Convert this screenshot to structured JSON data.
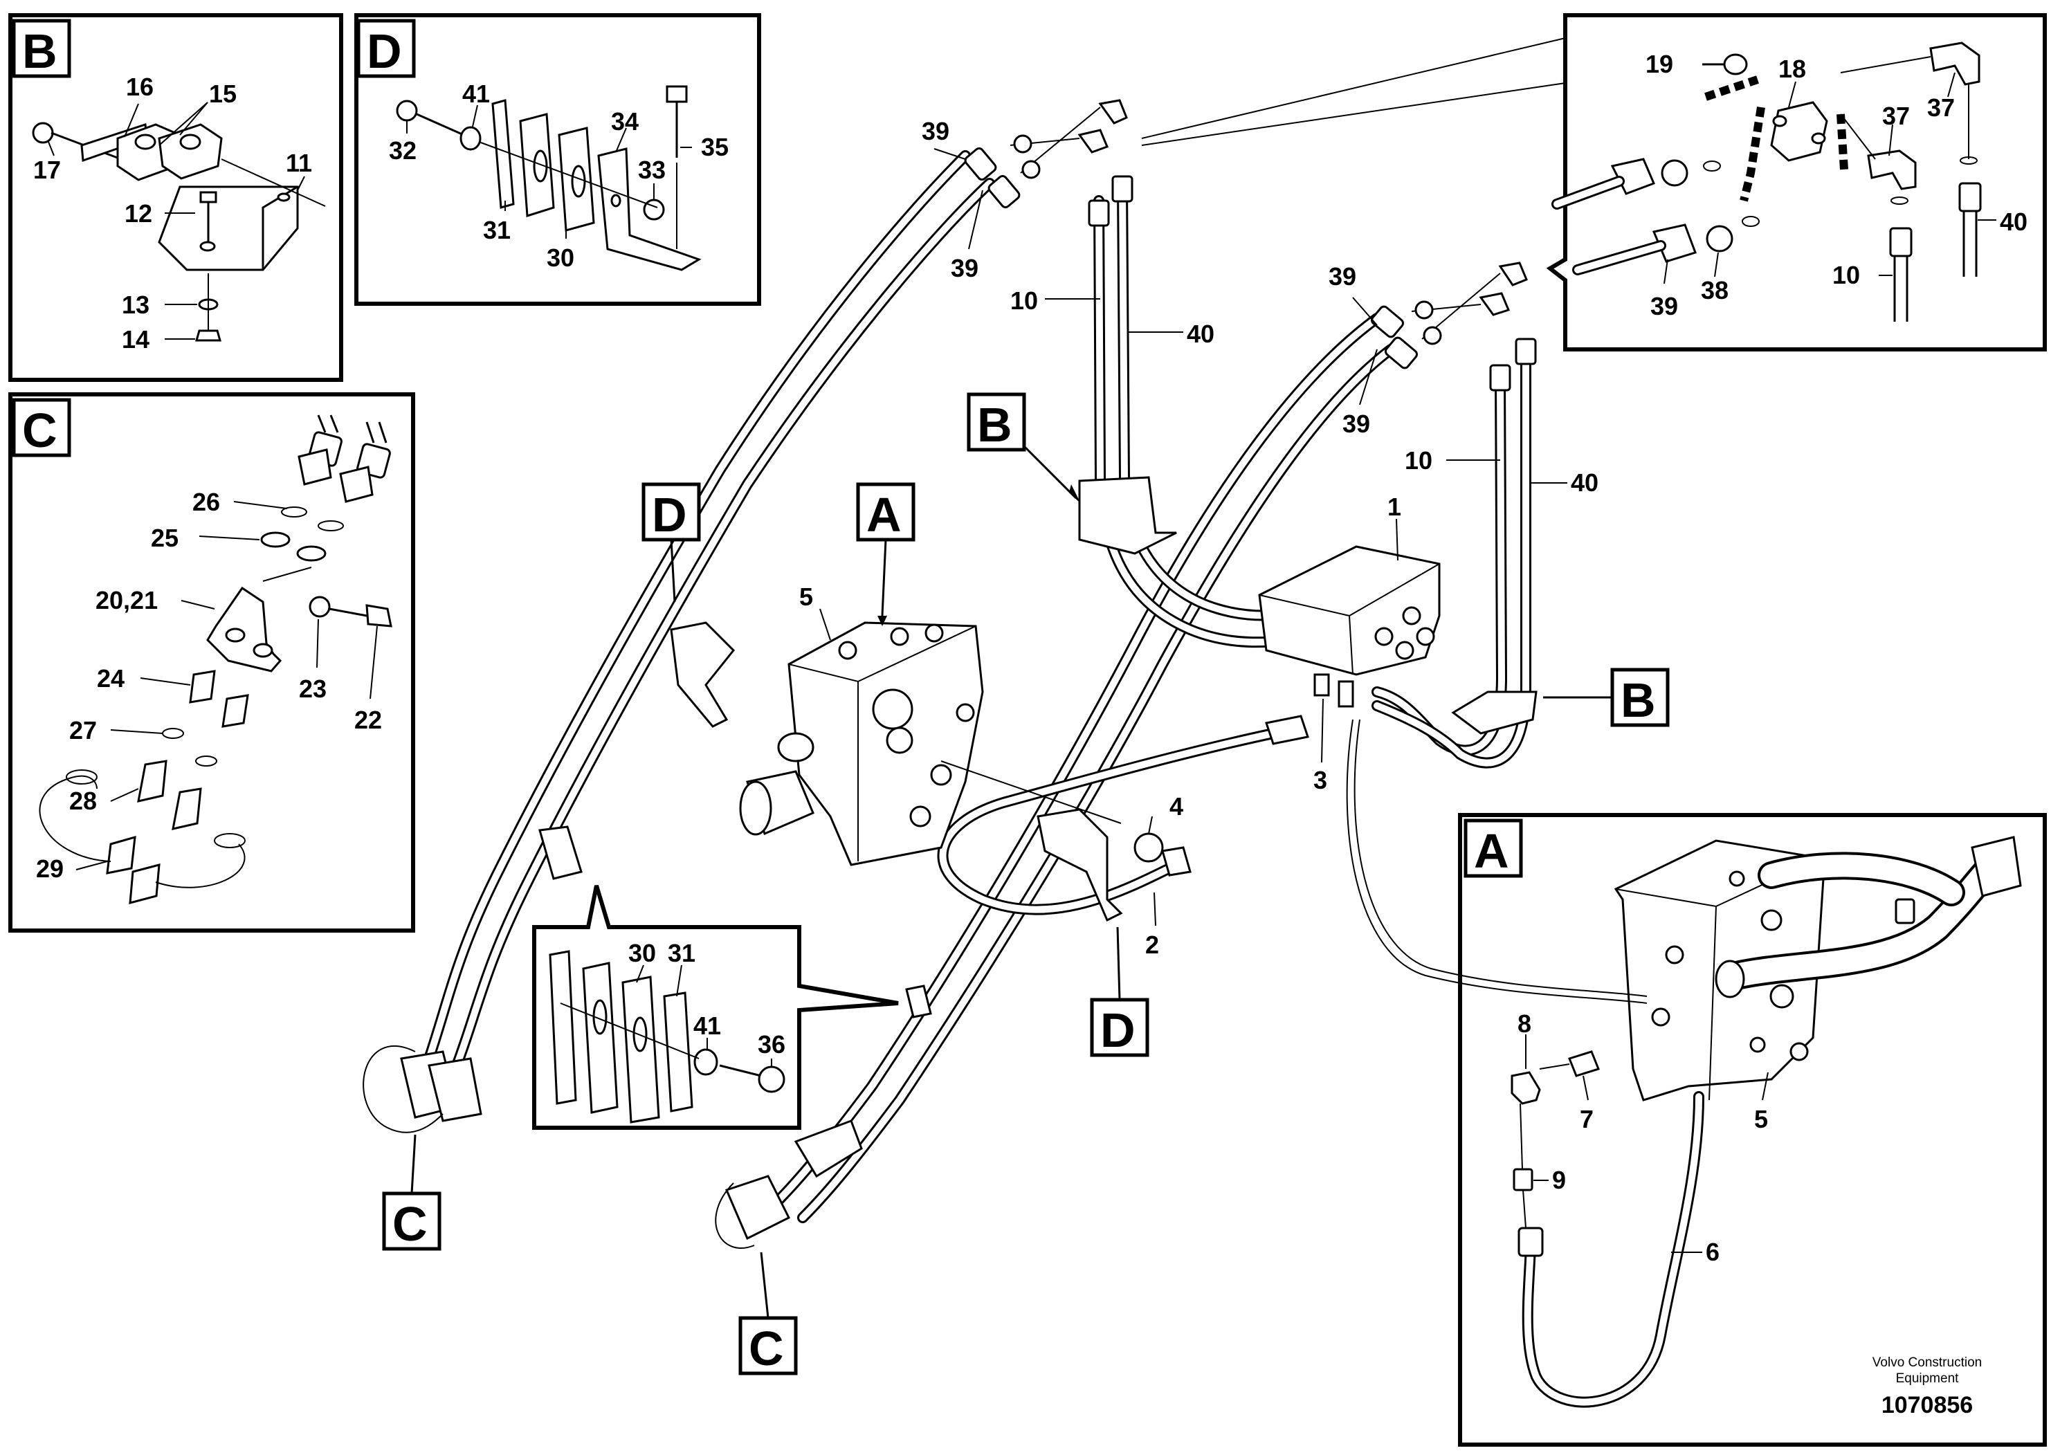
{
  "figure": {
    "publisher_line1": "Volvo Construction",
    "publisher_line2": "Equipment",
    "figure_number": "1070856"
  },
  "detail_B": {
    "letter": "B",
    "parts": [
      "16",
      "15",
      "17",
      "11",
      "12",
      "13",
      "14"
    ]
  },
  "detail_D": {
    "letter": "D",
    "parts": [
      "41",
      "32",
      "34",
      "35",
      "33",
      "31",
      "30"
    ]
  },
  "detail_C": {
    "letter": "C",
    "parts": [
      "26",
      "25",
      "20,21",
      "23",
      "22",
      "24",
      "27",
      "28",
      "29"
    ]
  },
  "detail_D2": {
    "parts": [
      "30",
      "31",
      "41",
      "36"
    ]
  },
  "detail_top_right": {
    "parts": [
      "19",
      "18",
      "37",
      "37",
      "40",
      "10",
      "39",
      "38"
    ]
  },
  "detail_A": {
    "letter": "A",
    "parts": [
      "8",
      "7",
      "5",
      "9",
      "6"
    ]
  },
  "main_tags": [
    "A",
    "B",
    "B",
    "C",
    "C",
    "D",
    "D"
  ],
  "main_parts": [
    "39",
    "39",
    "10",
    "40",
    "39",
    "39",
    "10",
    "40",
    "1",
    "5",
    "3",
    "4",
    "2"
  ]
}
